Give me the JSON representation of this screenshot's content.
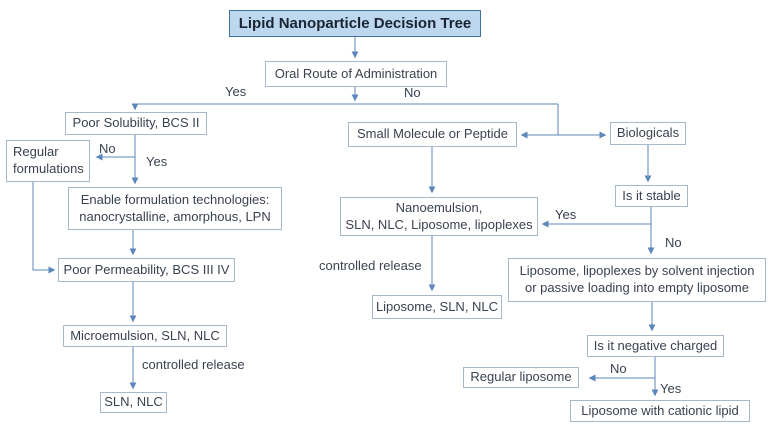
{
  "title": "Lipid Nanoparticle Decision Tree",
  "nodes": {
    "oral_route": "Oral Route of Administration",
    "poor_solubility": "Poor Solubility, BCS II",
    "regular_formulations": "Regular\nformulations",
    "enable_tech": "Enable formulation technologies:\nnanocrystalline, amorphous, LPN",
    "poor_permeability": "Poor Permeability, BCS III IV",
    "microemulsion": "Microemulsion, SLN, NLC",
    "sln_nlc": "SLN, NLC",
    "small_molecule": "Small Molecule or Peptide",
    "nanoemulsion": "Nanoemulsion,\nSLN, NLC, Liposome, lipoplexes",
    "liposome_sln_nlc": "Liposome, SLN, NLC",
    "biologicals": "Biologicals",
    "is_it_stable": "Is it stable",
    "solvent_injection": "Liposome, lipoplexes by solvent injection\nor passive loading into empty liposome",
    "is_negative_charged": "Is it negative charged",
    "regular_liposome": "Regular liposome",
    "cationic_lipid": "Liposome with cationic lipid"
  },
  "edge_labels": {
    "oral_yes": "Yes",
    "oral_no": "No",
    "solubility_no": "No",
    "solubility_yes": "Yes",
    "controlled_release_left": "controlled release",
    "controlled_release_mid": "controlled release",
    "stable_yes": "Yes",
    "stable_no": "No",
    "charged_no": "No",
    "charged_yes": "Yes"
  },
  "colors": {
    "title_fill": "#bdd7ee",
    "title_border": "#41719c",
    "title_text": "#1a2433",
    "box_border": "#a6b8ca",
    "line": "#5b87bb",
    "text": "#3a4250"
  }
}
